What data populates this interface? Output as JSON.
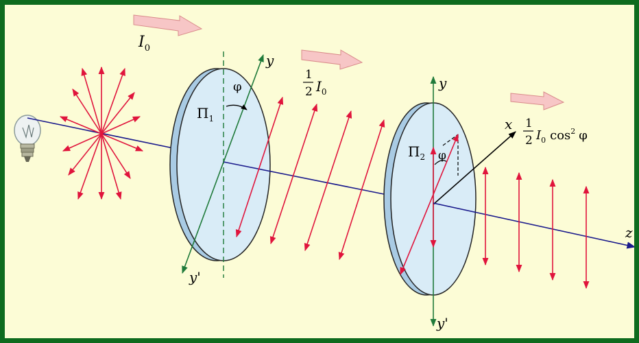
{
  "labels": {
    "intensity_in": "I",
    "intensity_in_sub": "0",
    "half_num": "1",
    "half_den": "2",
    "half_I": "I",
    "half_I_sub": "0",
    "out_num": "1",
    "out_den": "2",
    "out_I": "I",
    "out_I_sub": "0",
    "out_cos": "cos",
    "out_cos_pow": "2",
    "out_phi": "φ",
    "polarizer1": "Π",
    "polarizer1_sub": "1",
    "polarizer2": "Π",
    "polarizer2_sub": "2",
    "phi1": "φ",
    "phi2": "φ",
    "y_axis1": "y",
    "y_prime1": "y'",
    "y_axis2": "y",
    "y_prime2": "y'",
    "x_axis": "x",
    "z_axis": "z"
  },
  "colors": {
    "background": "#fcfcd6",
    "frame": "#0e6b1e",
    "beam": "#1a1a8c",
    "wave_vector": "#e0143c",
    "axis_green": "#1f7a3a",
    "disk_face": "#d9ecf7",
    "disk_edge": "#a9cbe4",
    "flow_arrow": "#f7c6c6"
  },
  "icons": {
    "lamp": "light-bulb-icon"
  }
}
